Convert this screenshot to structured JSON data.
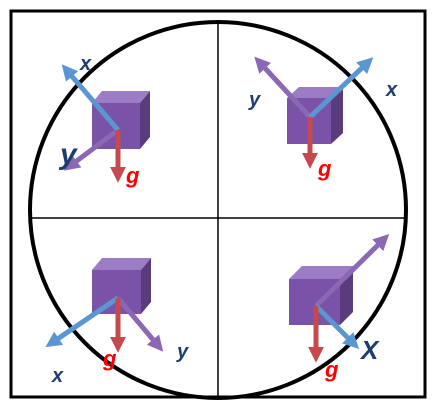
{
  "colors": {
    "frame": "#000000",
    "circle": "#000000",
    "x_axis": "#5a97d2",
    "y_axis": "#8b67b4",
    "gravity": "#c64a4d",
    "gravity_label": "#ff0000",
    "axis_label": "#1d3e6e",
    "cube_front": "#7a52a7",
    "cube_side": "#5a3c7c",
    "cube_top": "#9c7cc5"
  },
  "quadrants": {
    "top_left": {
      "x_label": "x",
      "y_label": "y",
      "g_label": "g"
    },
    "top_right": {
      "x_label": "x",
      "y_label": "y",
      "g_label": "g"
    },
    "bottom_left": {
      "x_label": "x",
      "y_label": "y",
      "g_label": "g"
    },
    "bottom_right": {
      "x_label": "X",
      "g_label": "g"
    }
  }
}
